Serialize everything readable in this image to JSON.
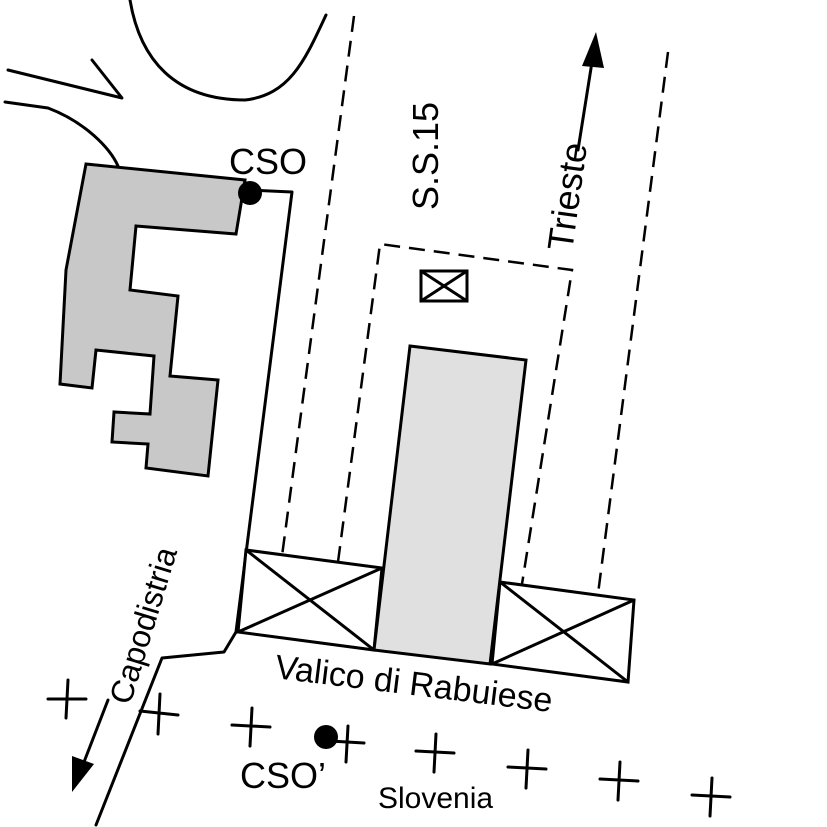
{
  "labels": {
    "cso": "CSO",
    "cso_prime": "CSO’",
    "road": "S.S.15",
    "trieste": "Trieste",
    "capodistria": "Capodistria",
    "crossing": "Valico di Rabuiese",
    "country": "Slovenia"
  },
  "colors": {
    "building_dark": "#c8c8c8",
    "building_light": "#e0e0e0",
    "line": "#000000"
  },
  "icons": {
    "border_marker": "plus-icon",
    "overflow_point": "filled-circle-icon",
    "manhole": "crossed-box-icon"
  }
}
